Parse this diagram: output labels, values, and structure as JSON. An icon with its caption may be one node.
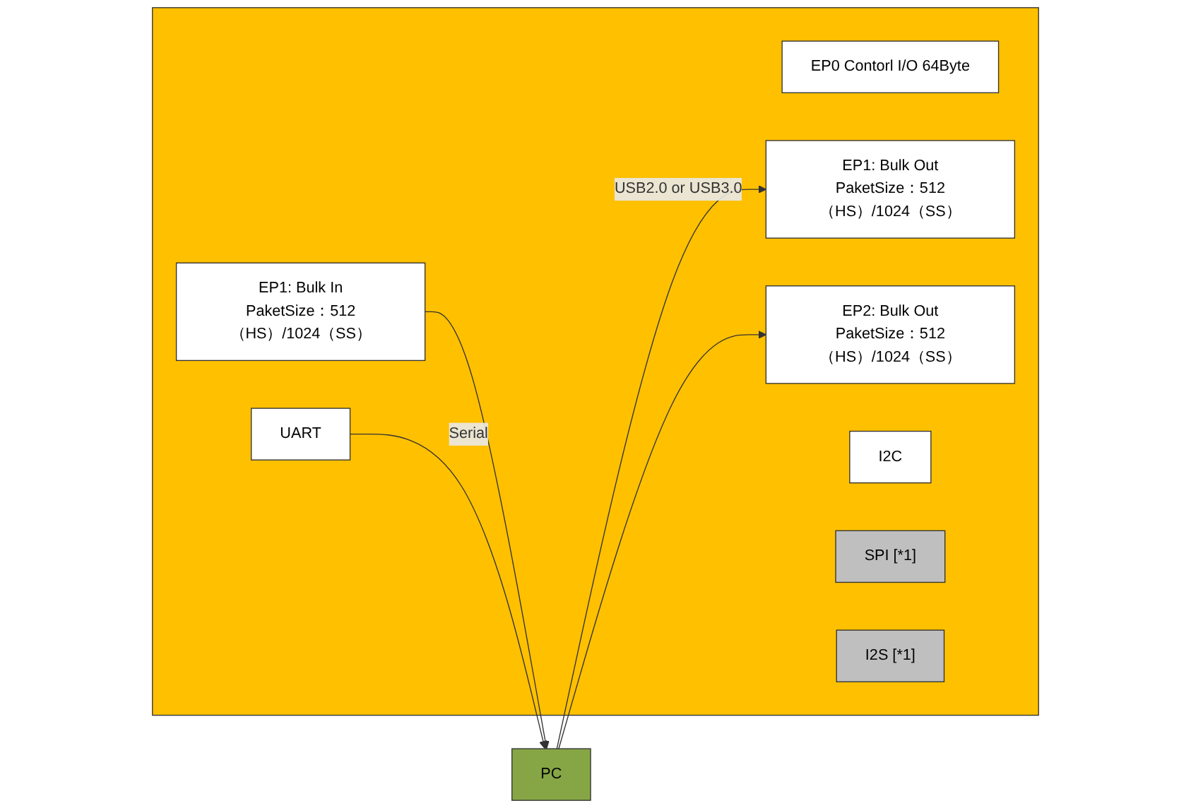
{
  "diagram": {
    "nodes": [
      {
        "text": [
          "PC"
        ]
      },
      {
        "text": [],
        "shape": "box"
      },
      {
        "text": [
          "EP0 Contorl I/O 64Byte"
        ],
        "in": 1
      },
      {
        "text": [
          "EP1: Bulk Out",
          "PaketSize：512（HS）/1024（SS）"
        ],
        "in": 1
      },
      {
        "text": [
          "EP1: Bulk In",
          "PaketSize：512（HS）/1024（SS）"
        ],
        "in": 1
      },
      {
        "text": [
          "EP2: Bulk Out",
          "PaketSize：512（HS）/1024（SS）"
        ],
        "in": 1
      },
      {
        "text": [
          "UART"
        ],
        "in": 1
      },
      {
        "text": [
          "I2C"
        ],
        "in": 1
      },
      {
        "text": [
          "SPI [*1]"
        ],
        "in": 1
      },
      {
        "text": [
          "I2S [*1]"
        ],
        "in": 1
      }
    ],
    "edges": [
      {
        "from": 0,
        "to": 3,
        "arrow": "to",
        "label": "USB2.0 or USB3.0"
      },
      {
        "from": 4,
        "to": 0,
        "arrow": "to"
      },
      {
        "from": 0,
        "to": 5,
        "arrow": "to"
      },
      {
        "from": 6,
        "to": 0,
        "arrow": "to",
        "label": "Serial"
      }
    ]
  }
}
